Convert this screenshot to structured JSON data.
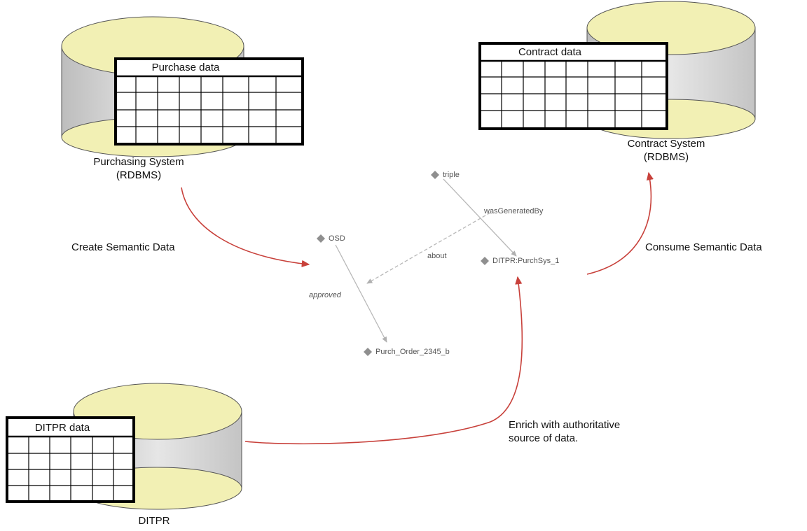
{
  "databases": {
    "purchasing": {
      "table_title": "Purchase data",
      "caption_line1": "Purchasing System",
      "caption_line2": "(RDBMS)"
    },
    "contract": {
      "table_title": "Contract data",
      "caption_line1": "Contract System",
      "caption_line2": "(RDBMS)"
    },
    "ditpr": {
      "table_title": "DITPR data",
      "caption": "DITPR"
    }
  },
  "annotations": {
    "create": "Create Semantic Data",
    "consume": "Consume Semantic Data",
    "enrich_line1": "Enrich with authoritative",
    "enrich_line2": "source of data."
  },
  "graph": {
    "nodes": {
      "triple": "triple",
      "osd": "OSD",
      "ditpr_purchsys": "DITPR:PurchSys_1",
      "purch_order": "Purch_Order_2345_b"
    },
    "edges": {
      "was_generated_by": "wasGeneratedBy",
      "about": "about",
      "approved": "approved"
    }
  },
  "colors": {
    "cylinder_fill": "#f2f0b4",
    "cylinder_side": "#cfcfcf",
    "arrow_red": "#c8413b",
    "graph_gray": "#b8b8b8",
    "node_gray": "#8f8f8f"
  }
}
